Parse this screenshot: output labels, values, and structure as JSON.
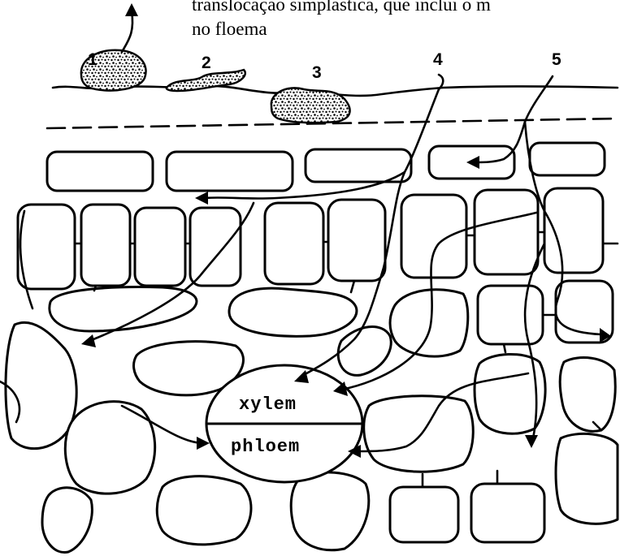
{
  "caption": {
    "line1": "translocação simplástica, que inclui o m",
    "line2": "no floema"
  },
  "pathway_numbers": [
    "1",
    "2",
    "3",
    "4",
    "5"
  ],
  "vascular_bundle": {
    "upper_label": "xylem",
    "lower_label": "phloem"
  },
  "colors": {
    "ink": "#000000",
    "background": "#ffffff"
  }
}
